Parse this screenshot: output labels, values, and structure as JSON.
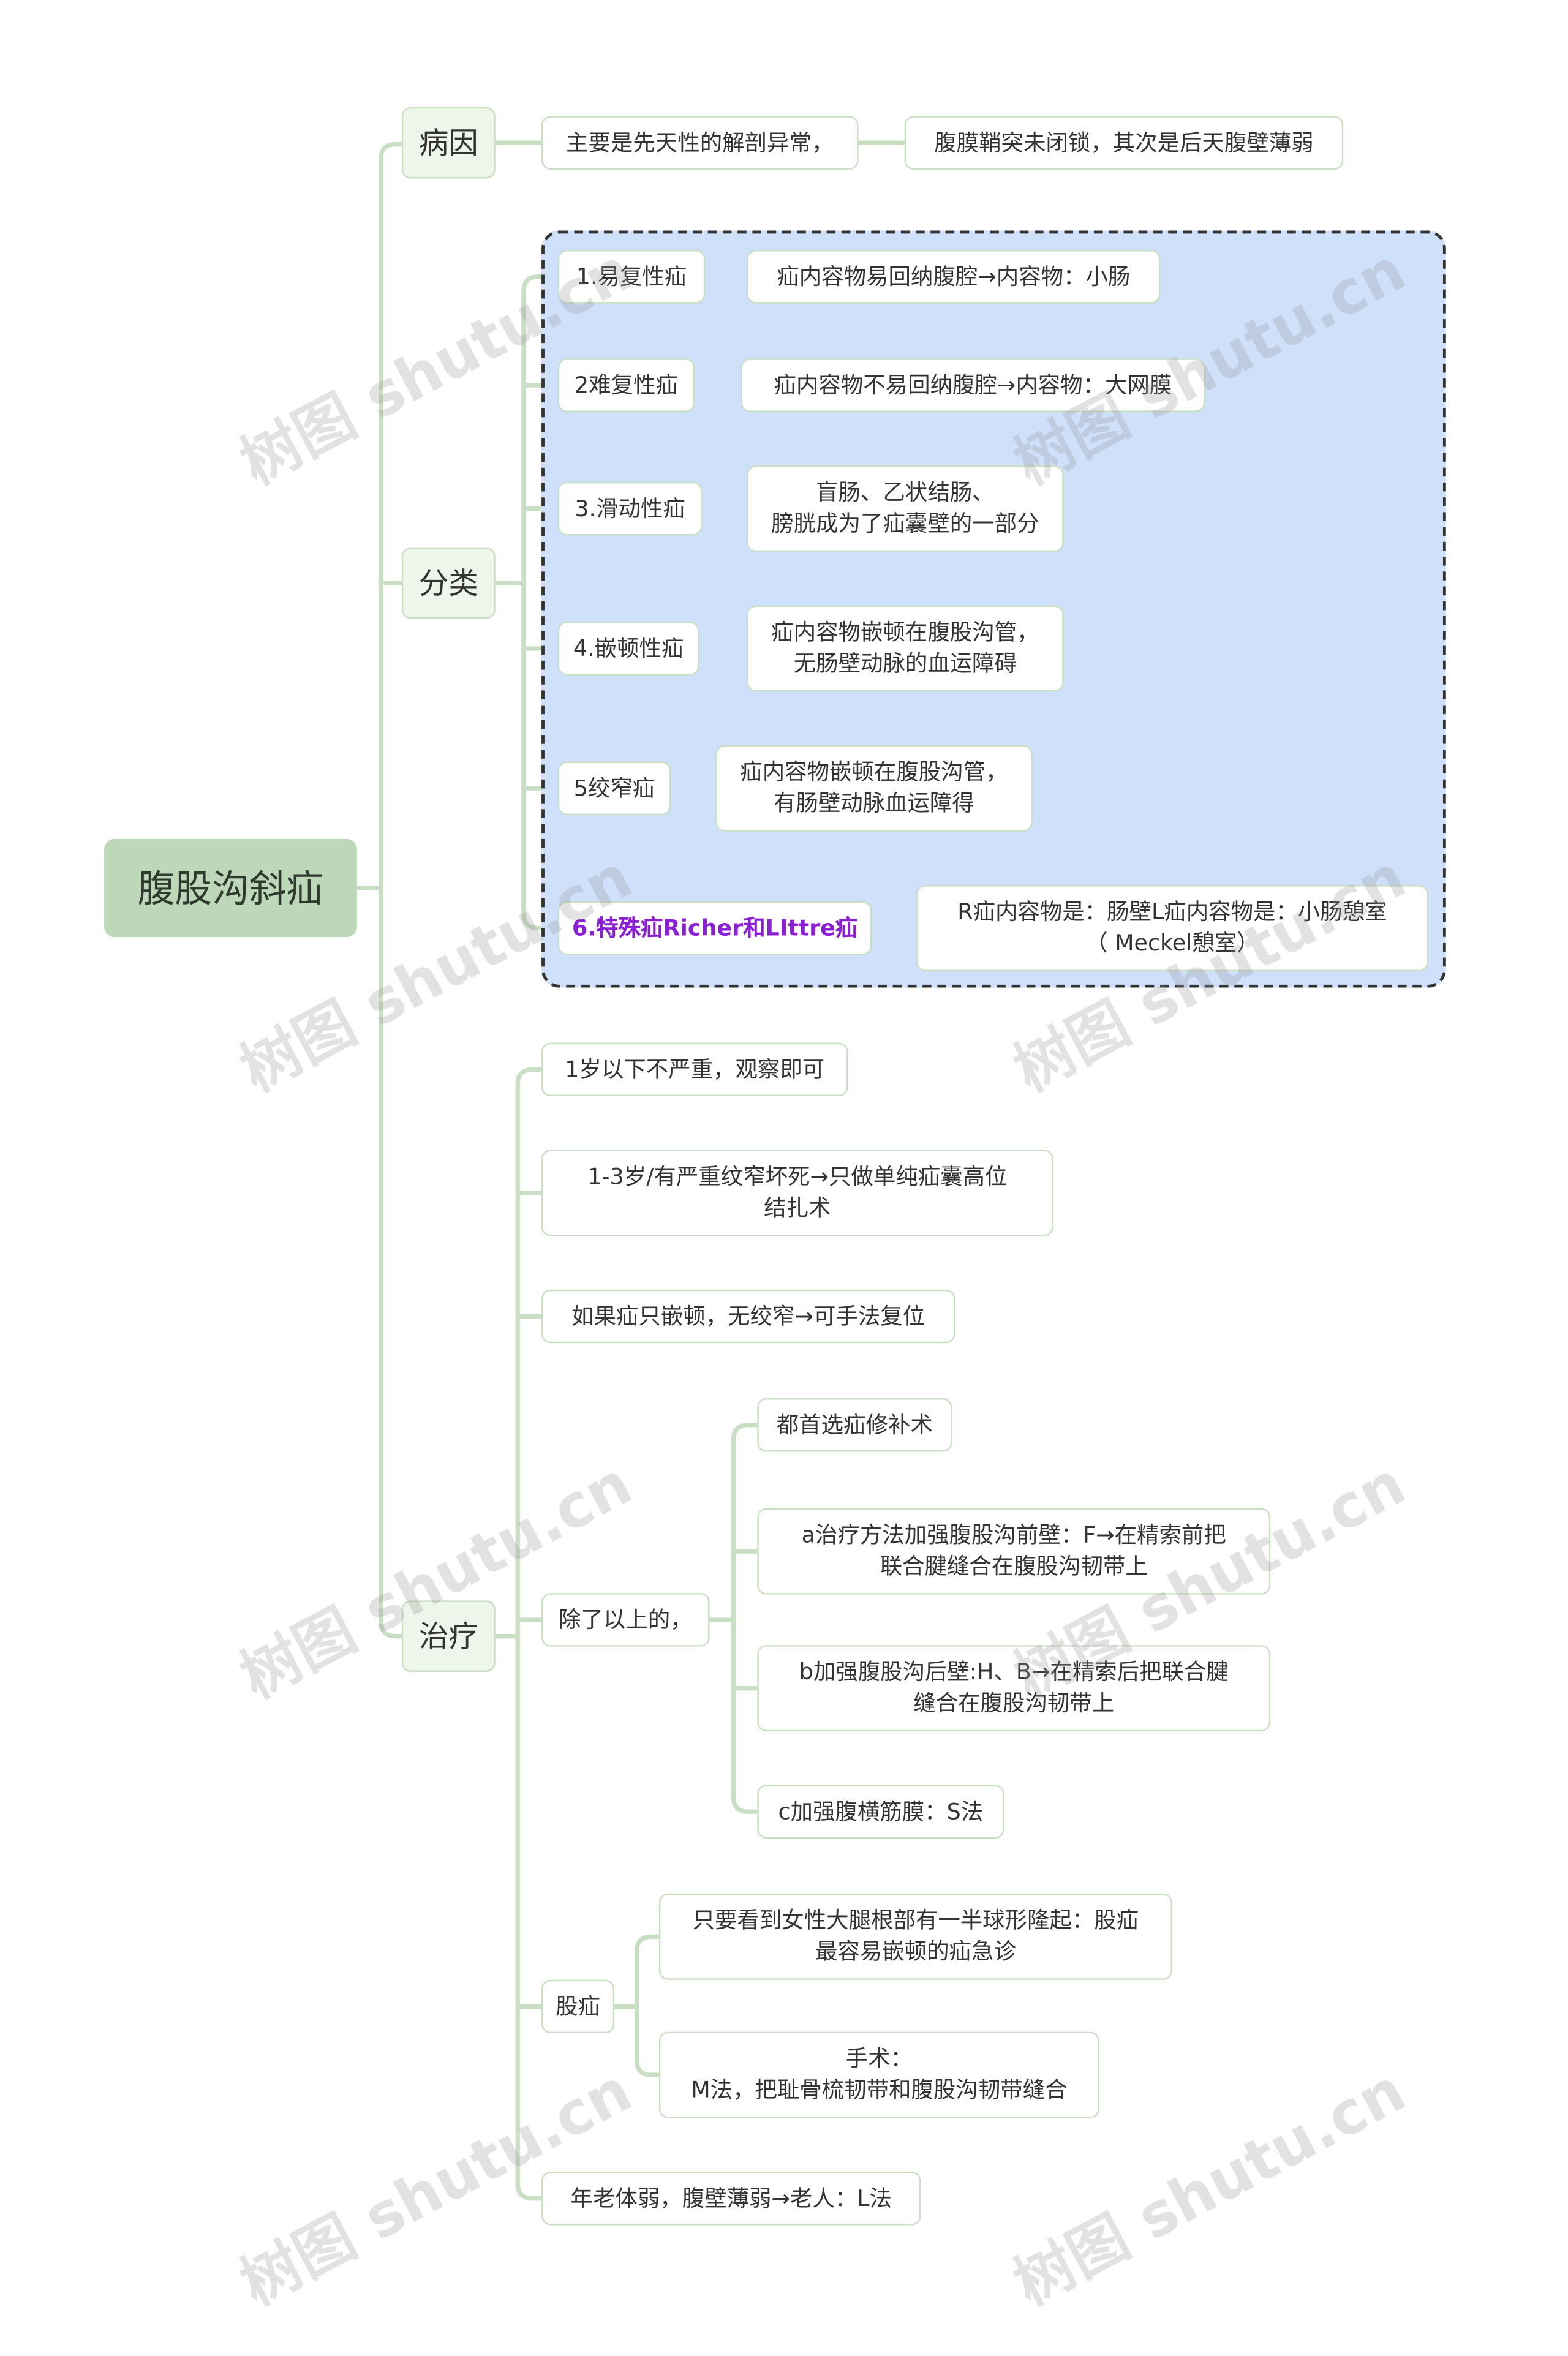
{
  "root": "腹股沟斜疝",
  "etiology": {
    "label": "病因",
    "detail1": "主要是先天性的解剖异常，",
    "detail2": "腹膜鞘突未闭锁，其次是后天腹壁薄弱"
  },
  "classification": {
    "label": "分类",
    "items": [
      {
        "label": "1.易复性疝",
        "detail": "疝内容物易回纳腹腔→内容物：小肠"
      },
      {
        "label": "2难复性疝",
        "detail": "疝内容物不易回纳腹腔→内容物：大网膜"
      },
      {
        "label": "3.滑动性疝",
        "detail": "盲肠、乙状结肠、\n膀胱成为了疝囊壁的一部分"
      },
      {
        "label": "4.嵌顿性疝",
        "detail": "疝内容物嵌顿在腹股沟管，\n无肠壁动脉的血运障碍"
      },
      {
        "label": "5绞窄疝",
        "detail": "疝内容物嵌顿在腹股沟管，\n有肠壁动脉血运障得"
      },
      {
        "label": "6.特殊疝Richer和LIttre疝",
        "detail": "R疝内容物是：肠壁L疝内容物是：小肠憩室\n（ Meckel憩室）"
      }
    ]
  },
  "treatment": {
    "label": "治疗",
    "items": [
      "1岁以下不严重，观察即可",
      "1-3岁/有严重纹窄坏死→只做单纯疝囊高位\n结扎术",
      "如果疝只嵌顿，无绞窄→可手法复位"
    ],
    "other": {
      "label": "除了以上的，",
      "children": [
        "都首选疝修补术",
        "a治疗方法加强腹股沟前壁：F→在精索前把\n联合腱缝合在腹股沟韧带上",
        "b加强腹股沟后壁:H、B→在精索后把联合腱\n缝合在腹股沟韧带上",
        "c加强腹横筋膜：S法"
      ]
    },
    "femoral": {
      "label": "股疝",
      "children": [
        "只要看到女性大腿根部有一半球形隆起：股疝\n最容易嵌顿的疝急诊",
        "手术：\nM法，把耻骨梳韧带和腹股沟韧带缝合"
      ]
    },
    "elderly": "年老体弱，腹壁薄弱→老人：L法"
  },
  "watermark": "树图 shutu.cn",
  "colors": {
    "root_fill": "#bcd8b8",
    "branch_fill": "#eef6eb",
    "line": "#c9dfc4",
    "group_fill": "#cfe0fb",
    "special_text": "#8b1fd6"
  }
}
